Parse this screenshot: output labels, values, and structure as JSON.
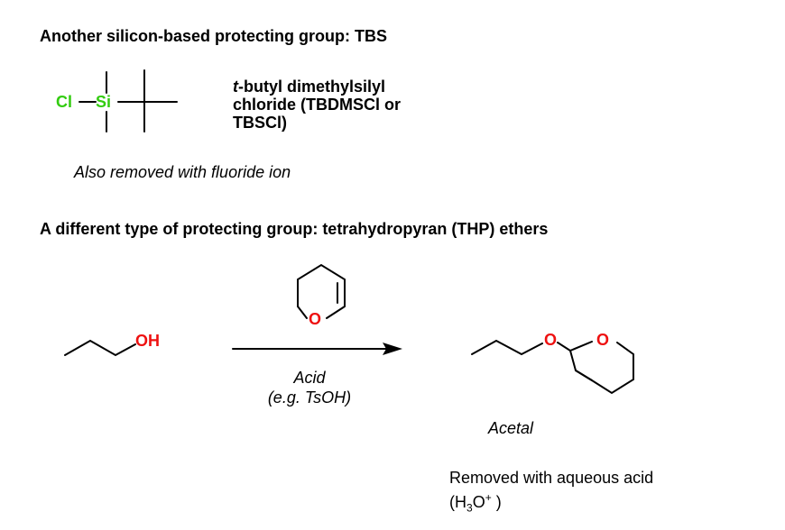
{
  "headings": {
    "tbs": "Another silicon-based protecting group: TBS",
    "thp": "A different type of protecting group: tetrahydropyran (THP) ethers"
  },
  "tbscl": {
    "atoms": {
      "cl": "Cl",
      "si": "Si"
    },
    "name_prefix": "t",
    "name_line1_rest": "-butyl dimethylsilyl",
    "name_line2": "chloride (TBDMSCl or",
    "name_line3": "TBSCl)",
    "note": "Also removed with fluoride ion"
  },
  "reaction": {
    "reactant_atom": "OH",
    "reagent_atom": "O",
    "conditions_line1": "Acid",
    "conditions_line2": "(e.g. TsOH)",
    "product_atoms": {
      "o1": "O",
      "o2": "O"
    },
    "product_label": "Acetal",
    "removal_line1": "Removed with aqueous acid",
    "removal_paren_open": "(H",
    "removal_sub": "3",
    "removal_o": "O",
    "removal_sup": "+",
    "removal_paren_close": " )"
  },
  "colors": {
    "silicon": "#33cc11",
    "chlorine": "#33cc11",
    "oxygen": "#ee1111",
    "bond": "#000000"
  }
}
